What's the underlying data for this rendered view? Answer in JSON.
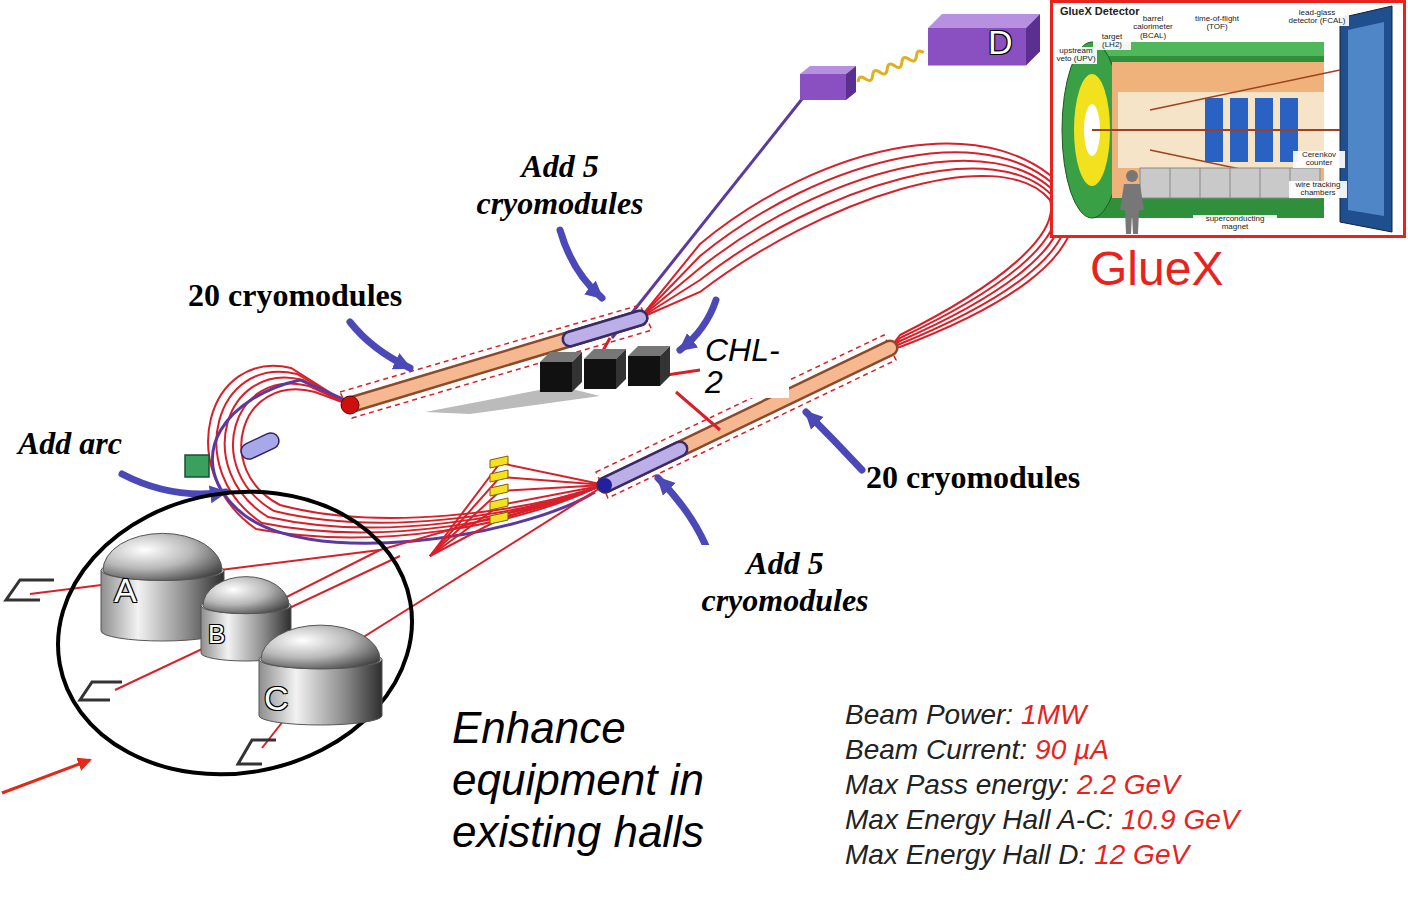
{
  "diagram": {
    "nodes": [
      {
        "text": [
          "GlueX Detector",
          "barrel calorimeter (BCAL)",
          "time-of-flight (TOF)",
          "lead-glass detector (FCAL)",
          "target (LH2)",
          "upstream veto (UPV)",
          "Cerenkov counter",
          "wire tracking chambers",
          "superconducting magnet"
        ]
      },
      {
        "text": [
          "D"
        ]
      },
      {
        "text": [
          "A"
        ]
      },
      {
        "text": [
          "B"
        ]
      },
      {
        "text": [
          "C"
        ]
      }
    ],
    "labels": [
      "Add 5 cryomodules",
      "20 cryomodules",
      "CHL-2",
      "GlueX",
      "Add arc",
      "20 cryomodules",
      "Add 5 cryomodules",
      "Enhance equipment in existing halls",
      "Beam Power:",
      "1MW",
      "Beam Current:",
      "90 µA",
      "Max Pass energy:",
      "2.2 GeV",
      "Max Energy Hall A-C:",
      "10.9 GeV",
      "Max Energy Hall D:",
      "12 GeV"
    ]
  }
}
